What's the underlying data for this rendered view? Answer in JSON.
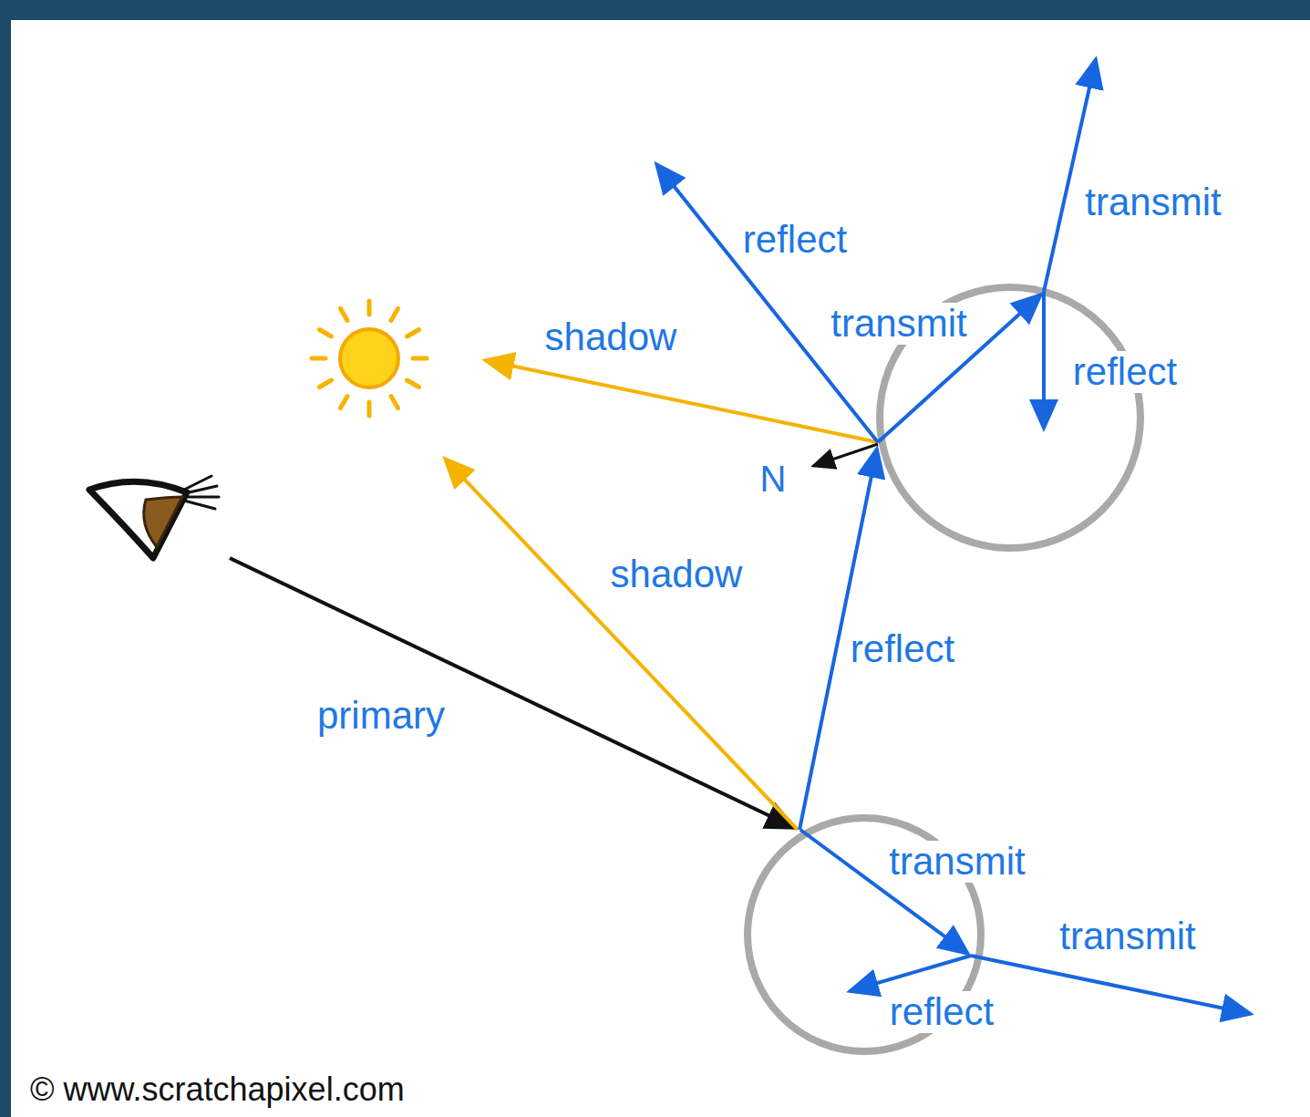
{
  "diagram": {
    "labels": [
      "transmit",
      "reflect",
      "shadow",
      "transmit",
      "reflect",
      "N",
      "shadow",
      "reflect",
      "primary",
      "transmit",
      "transmit",
      "reflect",
      "© www.scratchapixel.com"
    ]
  }
}
